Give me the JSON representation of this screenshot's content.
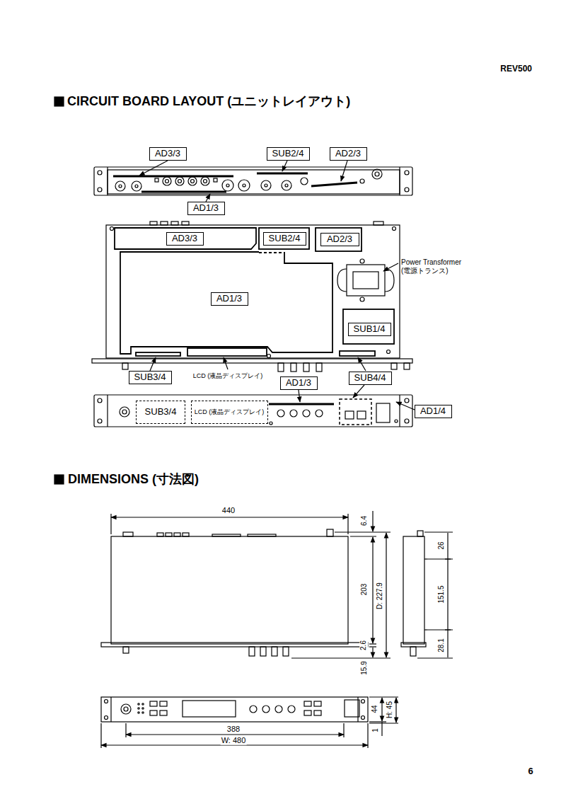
{
  "diagram": {
    "title": "CIRCUIT BOARD LAYOUT (ユニットレイアウト)",
    "nodes": [
      {
        "text": [
          "AD3/3"
        ]
      },
      {
        "text": [
          "SUB2/4"
        ]
      },
      {
        "text": [
          "AD2/3"
        ]
      },
      {
        "text": [
          "AD1/3"
        ]
      },
      {
        "text": [
          "AD3/3"
        ]
      },
      {
        "text": [
          "SUB2/4"
        ]
      },
      {
        "text": [
          "AD2/3"
        ]
      },
      {
        "text": [
          "AD1/3"
        ]
      },
      {
        "text": [
          "SUB1/4"
        ]
      },
      {
        "text": [
          "SUB3/4"
        ]
      },
      {
        "text": [
          "AD1/3"
        ]
      },
      {
        "text": [
          "SUB4/4"
        ]
      },
      {
        "text": [
          "SUB3/4"
        ]
      },
      {
        "text": [
          "LCD (液晶ディスプレイ)"
        ]
      },
      {
        "text": [
          "AD1/4"
        ]
      }
    ],
    "labels": [
      "REV500",
      "Power Transformer (電源トランス)",
      "LCD (液晶ディスプレイ)",
      "DIMENSIONS (寸法図)",
      "440",
      "6.4",
      "203",
      "D: 227.9",
      "2.6",
      "15.9",
      "26",
      "151.5",
      "28.1",
      "44",
      "H: 45",
      "1",
      "388",
      "W: 480",
      "6"
    ]
  }
}
